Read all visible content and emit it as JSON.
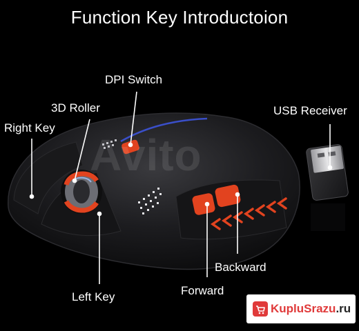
{
  "title": "Function Key Introductoion",
  "labels": {
    "dpi_switch": "DPI Switch",
    "roller": "3D Roller",
    "right_key": "Right Key",
    "usb_receiver": "USB Receiver",
    "backward": "Backward",
    "forward": "Forward",
    "left_key": "Left Key"
  },
  "watermarks": {
    "avito": "Avito",
    "site_red": "KupluSrazu",
    "site_dark": ".ru"
  },
  "colors": {
    "accent_orange": "#e2431f",
    "mouse_body": "#1e1e20",
    "label_text": "#ffffff",
    "badge_red": "#e03a3a"
  }
}
